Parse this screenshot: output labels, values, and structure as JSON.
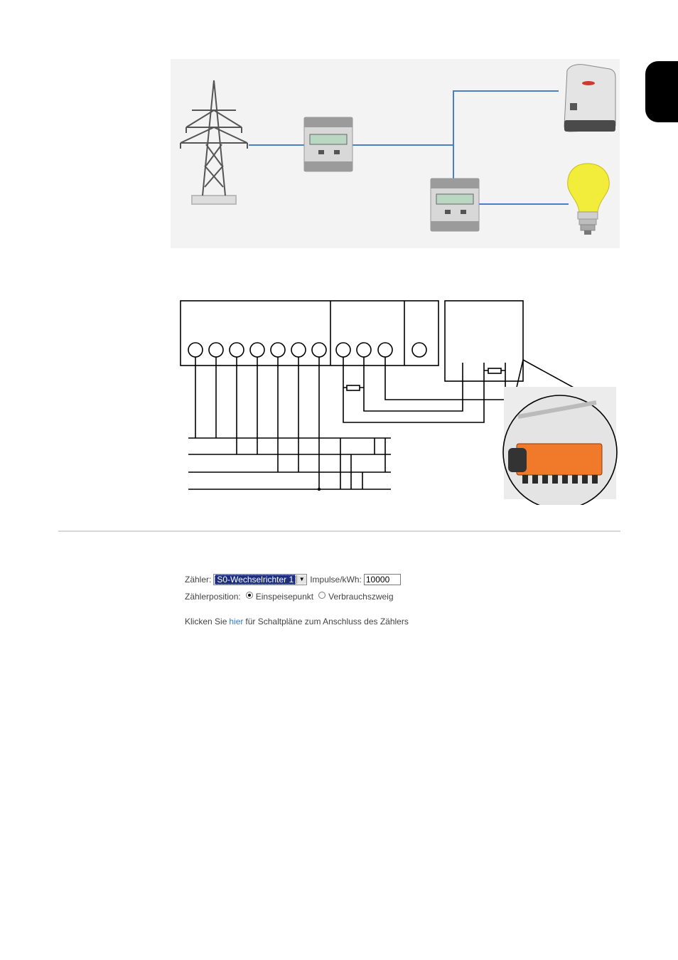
{
  "form": {
    "meter_label": "Zähler:",
    "meter_selected": "S0-Wechselrichter 1",
    "impulses_label": "Impulse/kWh:",
    "impulses_value": "10000",
    "position_label": "Zählerposition:",
    "position_options": [
      "Einspeisepunkt",
      "Verbrauchszweig"
    ],
    "position_selected": "Einspeisepunkt"
  },
  "help": {
    "prefix": "Klicken Sie",
    "link": "hier",
    "suffix": "für Schaltpläne zum Anschluss des Zählers"
  },
  "colors": {
    "power_line": "#4a7fc4",
    "section_tab": "#000000",
    "connector_orange": "#f07a2a",
    "bulb_yellow": "#f2ec3a",
    "link": "#3a78c8"
  }
}
